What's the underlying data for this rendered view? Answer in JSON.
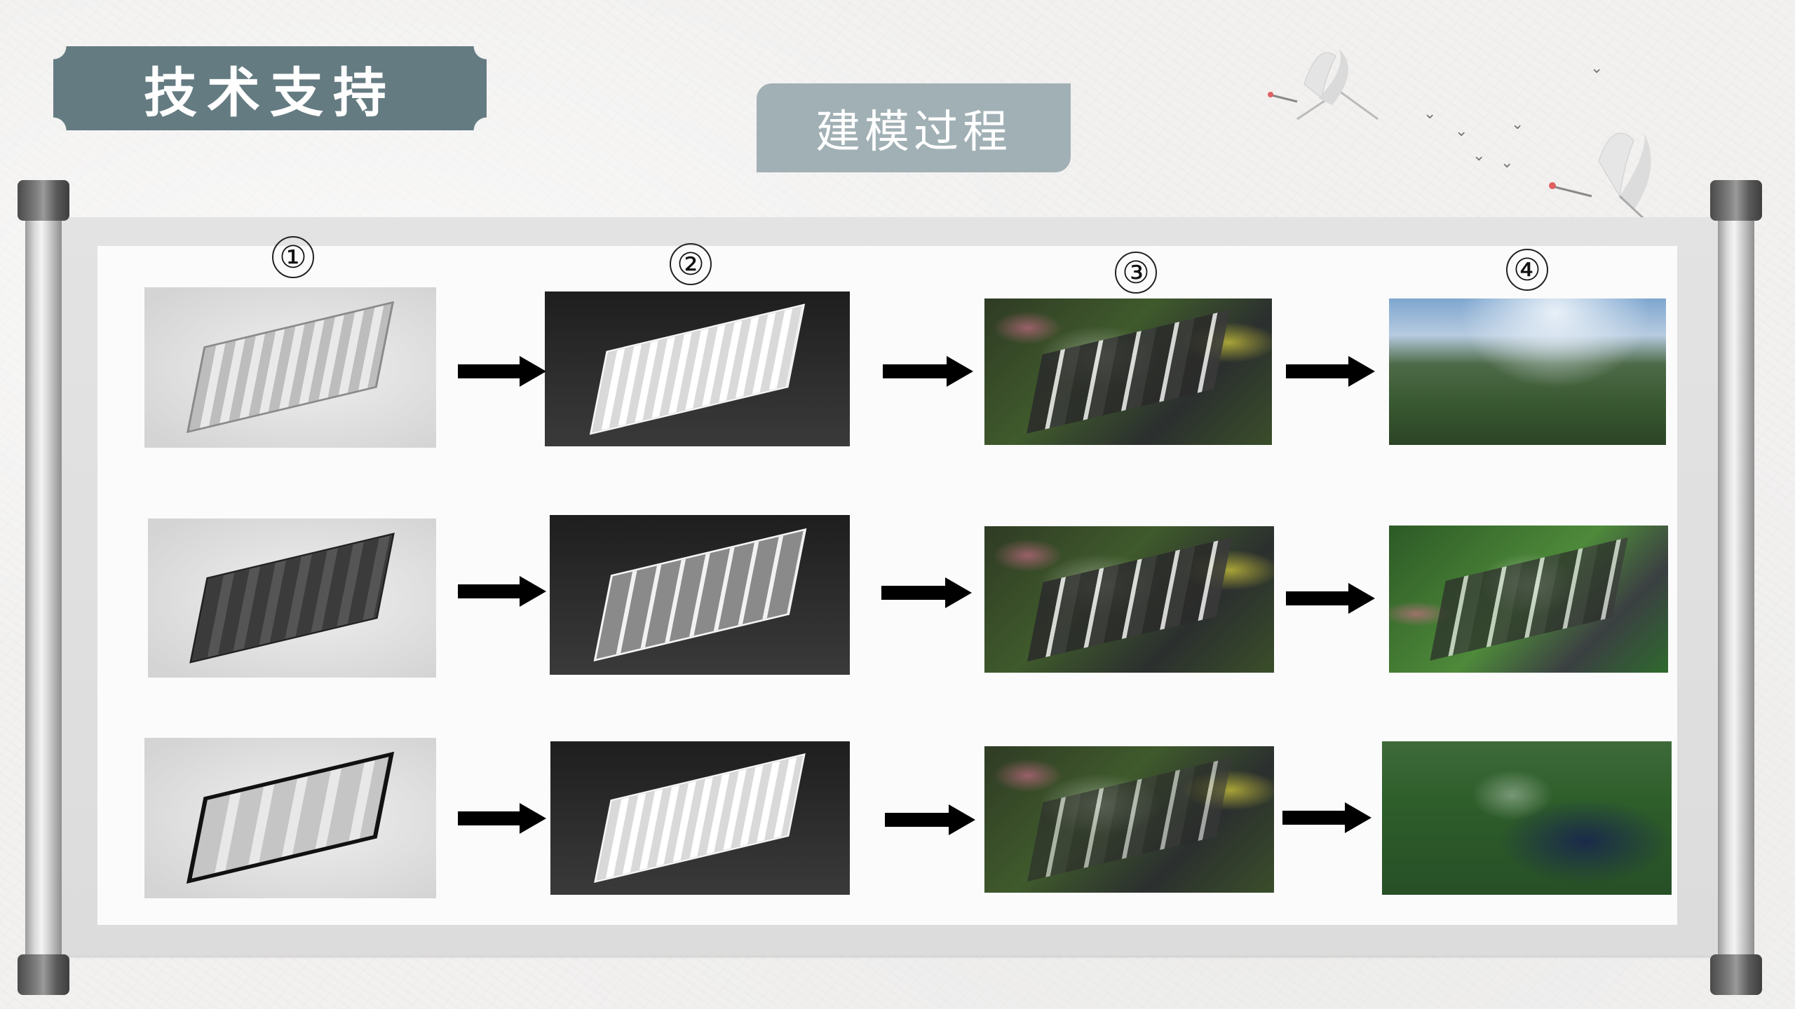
{
  "header": {
    "title": "技术支持",
    "subtitle": "建模过程"
  },
  "colors": {
    "title_bg": "#647b81",
    "subtitle_bg": "#a1b0b5",
    "arrow": "#000000",
    "paper": "#fbfbfb"
  },
  "steps": [
    {
      "label": "①",
      "stage": "white-model"
    },
    {
      "label": "②",
      "stage": "refined-model"
    },
    {
      "label": "③",
      "stage": "scene-render"
    },
    {
      "label": "④",
      "stage": "final-render"
    }
  ],
  "rows": [
    {
      "images": [
        "white-model-site-plan",
        "refined-model-site-plan",
        "scene-render-site",
        "final-render-aerial-sky"
      ]
    },
    {
      "images": [
        "white-model-courtyard-dark-roof",
        "refined-model-courtyard",
        "scene-render-garden",
        "final-render-garden"
      ]
    },
    {
      "images": [
        "white-model-pavilion-courtyard",
        "refined-model-pavilion",
        "scene-render-lake",
        "final-render-lake"
      ]
    }
  ],
  "icons": {
    "arrow": "arrow-right-icon",
    "crane": "crane-icon",
    "bird": "bird-icon"
  }
}
